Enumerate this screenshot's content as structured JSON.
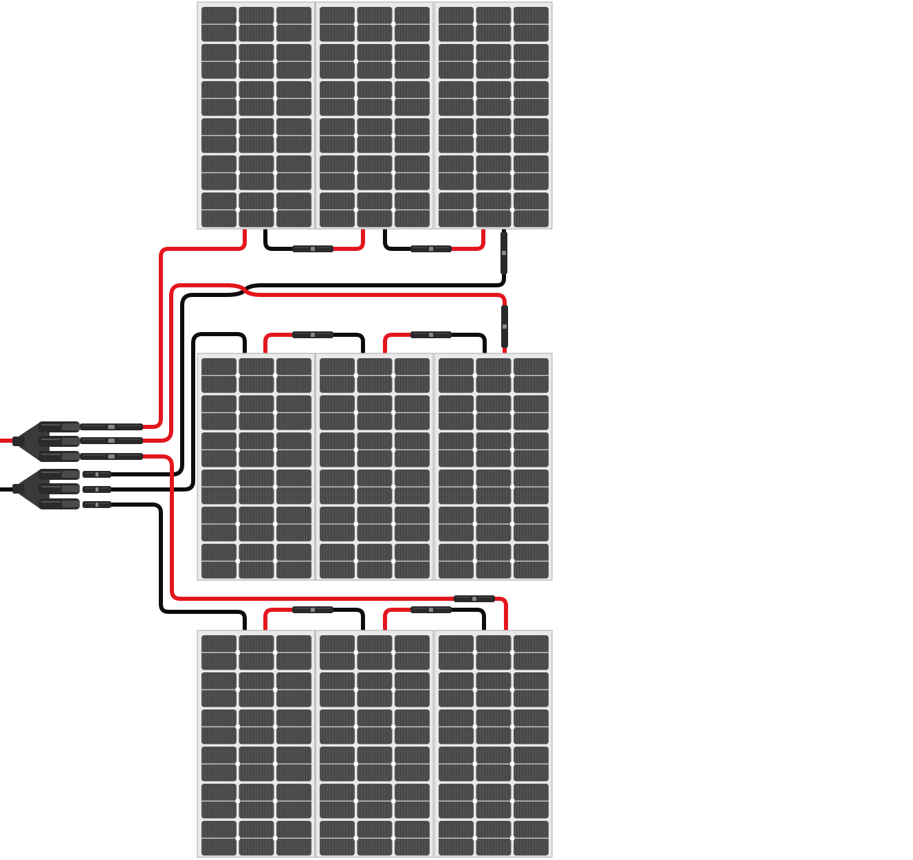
{
  "diagram": {
    "description_visible_text": "",
    "colors": {
      "background": "#ffffff",
      "panel_frame": "#e9e9e9",
      "panel_frame_border": "#b4b4b4",
      "cell": "#505050",
      "cell_line": "#3a3a3a",
      "busbar": "#dcdcdc",
      "positive_wire": "#e3161e",
      "negative_wire": "#0d0d0d",
      "connector": "#2a2a2a",
      "connector_highlight": "#888888"
    },
    "icons": {
      "panel": "solar-panel-icon",
      "connector": "mc4-connector-icon",
      "branch": "y-branch-connector-icon"
    },
    "panel_rows": [
      {
        "name": "top-row",
        "panel_count": 3
      },
      {
        "name": "middle-row",
        "panel_count": 3
      },
      {
        "name": "bottom-row",
        "panel_count": 3
      }
    ],
    "branch_connectors": [
      {
        "polarity": "positive",
        "inputs": 3
      },
      {
        "polarity": "negative",
        "inputs": 3
      }
    ]
  }
}
